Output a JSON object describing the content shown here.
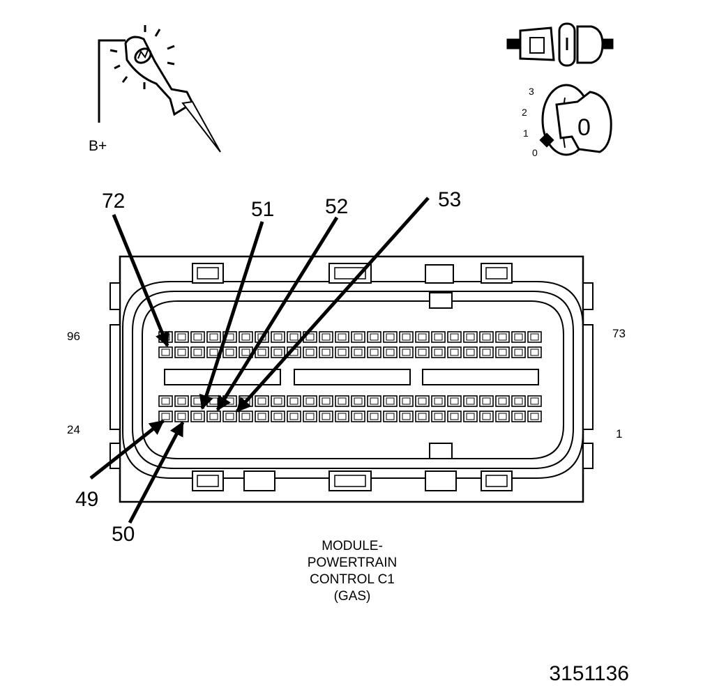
{
  "probe": {
    "supply_label": "B+"
  },
  "ignition": {
    "positions": [
      "3",
      "2",
      "1",
      "0"
    ],
    "key_label": "0"
  },
  "connector": {
    "corner_pins": {
      "top_left": "96",
      "top_right": "73",
      "bottom_left": "24",
      "bottom_right": "1"
    },
    "callouts": [
      "72",
      "51",
      "52",
      "53",
      "49",
      "50"
    ],
    "caption_lines": [
      "MODULE-",
      "POWERTRAIN",
      "CONTROL C1",
      "(GAS)"
    ]
  },
  "figure_number": "3151136"
}
